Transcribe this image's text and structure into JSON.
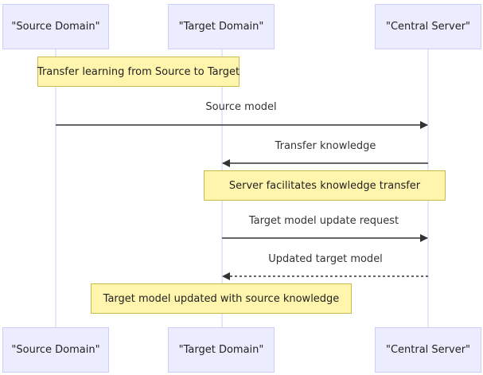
{
  "participants": {
    "source": "\"Source Domain\"",
    "target": "\"Target Domain\"",
    "server": "\"Central Server\""
  },
  "notes": {
    "note1": "Transfer learning from Source to Target",
    "note2": "Server facilitates knowledge transfer",
    "note3": "Target model updated with source knowledge"
  },
  "messages": {
    "m1": "Source model",
    "m2": "Transfer knowledge",
    "m3": "Target model update request",
    "m4": "Updated target model"
  },
  "colors": {
    "actor_fill": "#ECECFF",
    "actor_border": "#CCCCFF",
    "note_fill": "#FFF5AD",
    "note_border": "#C9BA4E",
    "line": "#333333"
  }
}
